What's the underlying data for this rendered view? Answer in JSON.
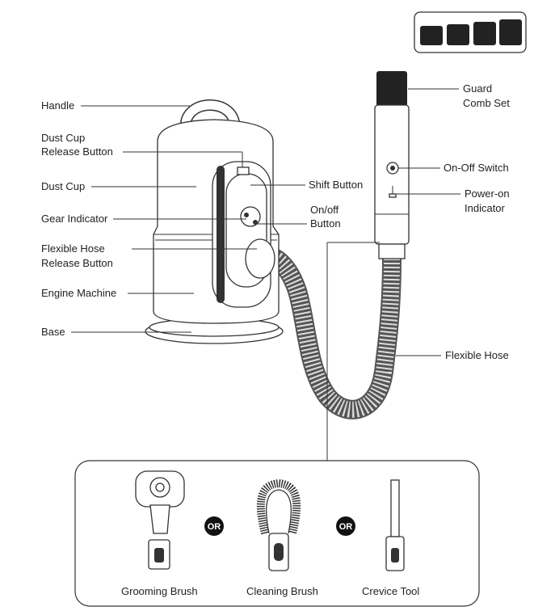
{
  "labels": {
    "handle": "Handle",
    "dust_cup_release_1": "Dust Cup",
    "dust_cup_release_2": "Release Button",
    "dust_cup": "Dust Cup",
    "gear_indicator": "Gear Indicator",
    "hose_release_1": "Flexible Hose",
    "hose_release_2": "Release Button",
    "engine_machine": "Engine Machine",
    "base": "Base",
    "shift_button": "Shift Button",
    "onoff_button_1": "On/off",
    "onoff_button_2": "Button",
    "guard_comb_1": "Guard",
    "guard_comb_2": "Comb Set",
    "onoff_switch": "On-Off Switch",
    "power_indicator_1": "Power-on",
    "power_indicator_2": "Indicator",
    "flexible_hose": "Flexible Hose"
  },
  "attachments": {
    "items": [
      {
        "label": "Grooming Brush"
      },
      {
        "label": "Cleaning Brush"
      },
      {
        "label": "Crevice Tool"
      }
    ],
    "separator": "OR"
  }
}
